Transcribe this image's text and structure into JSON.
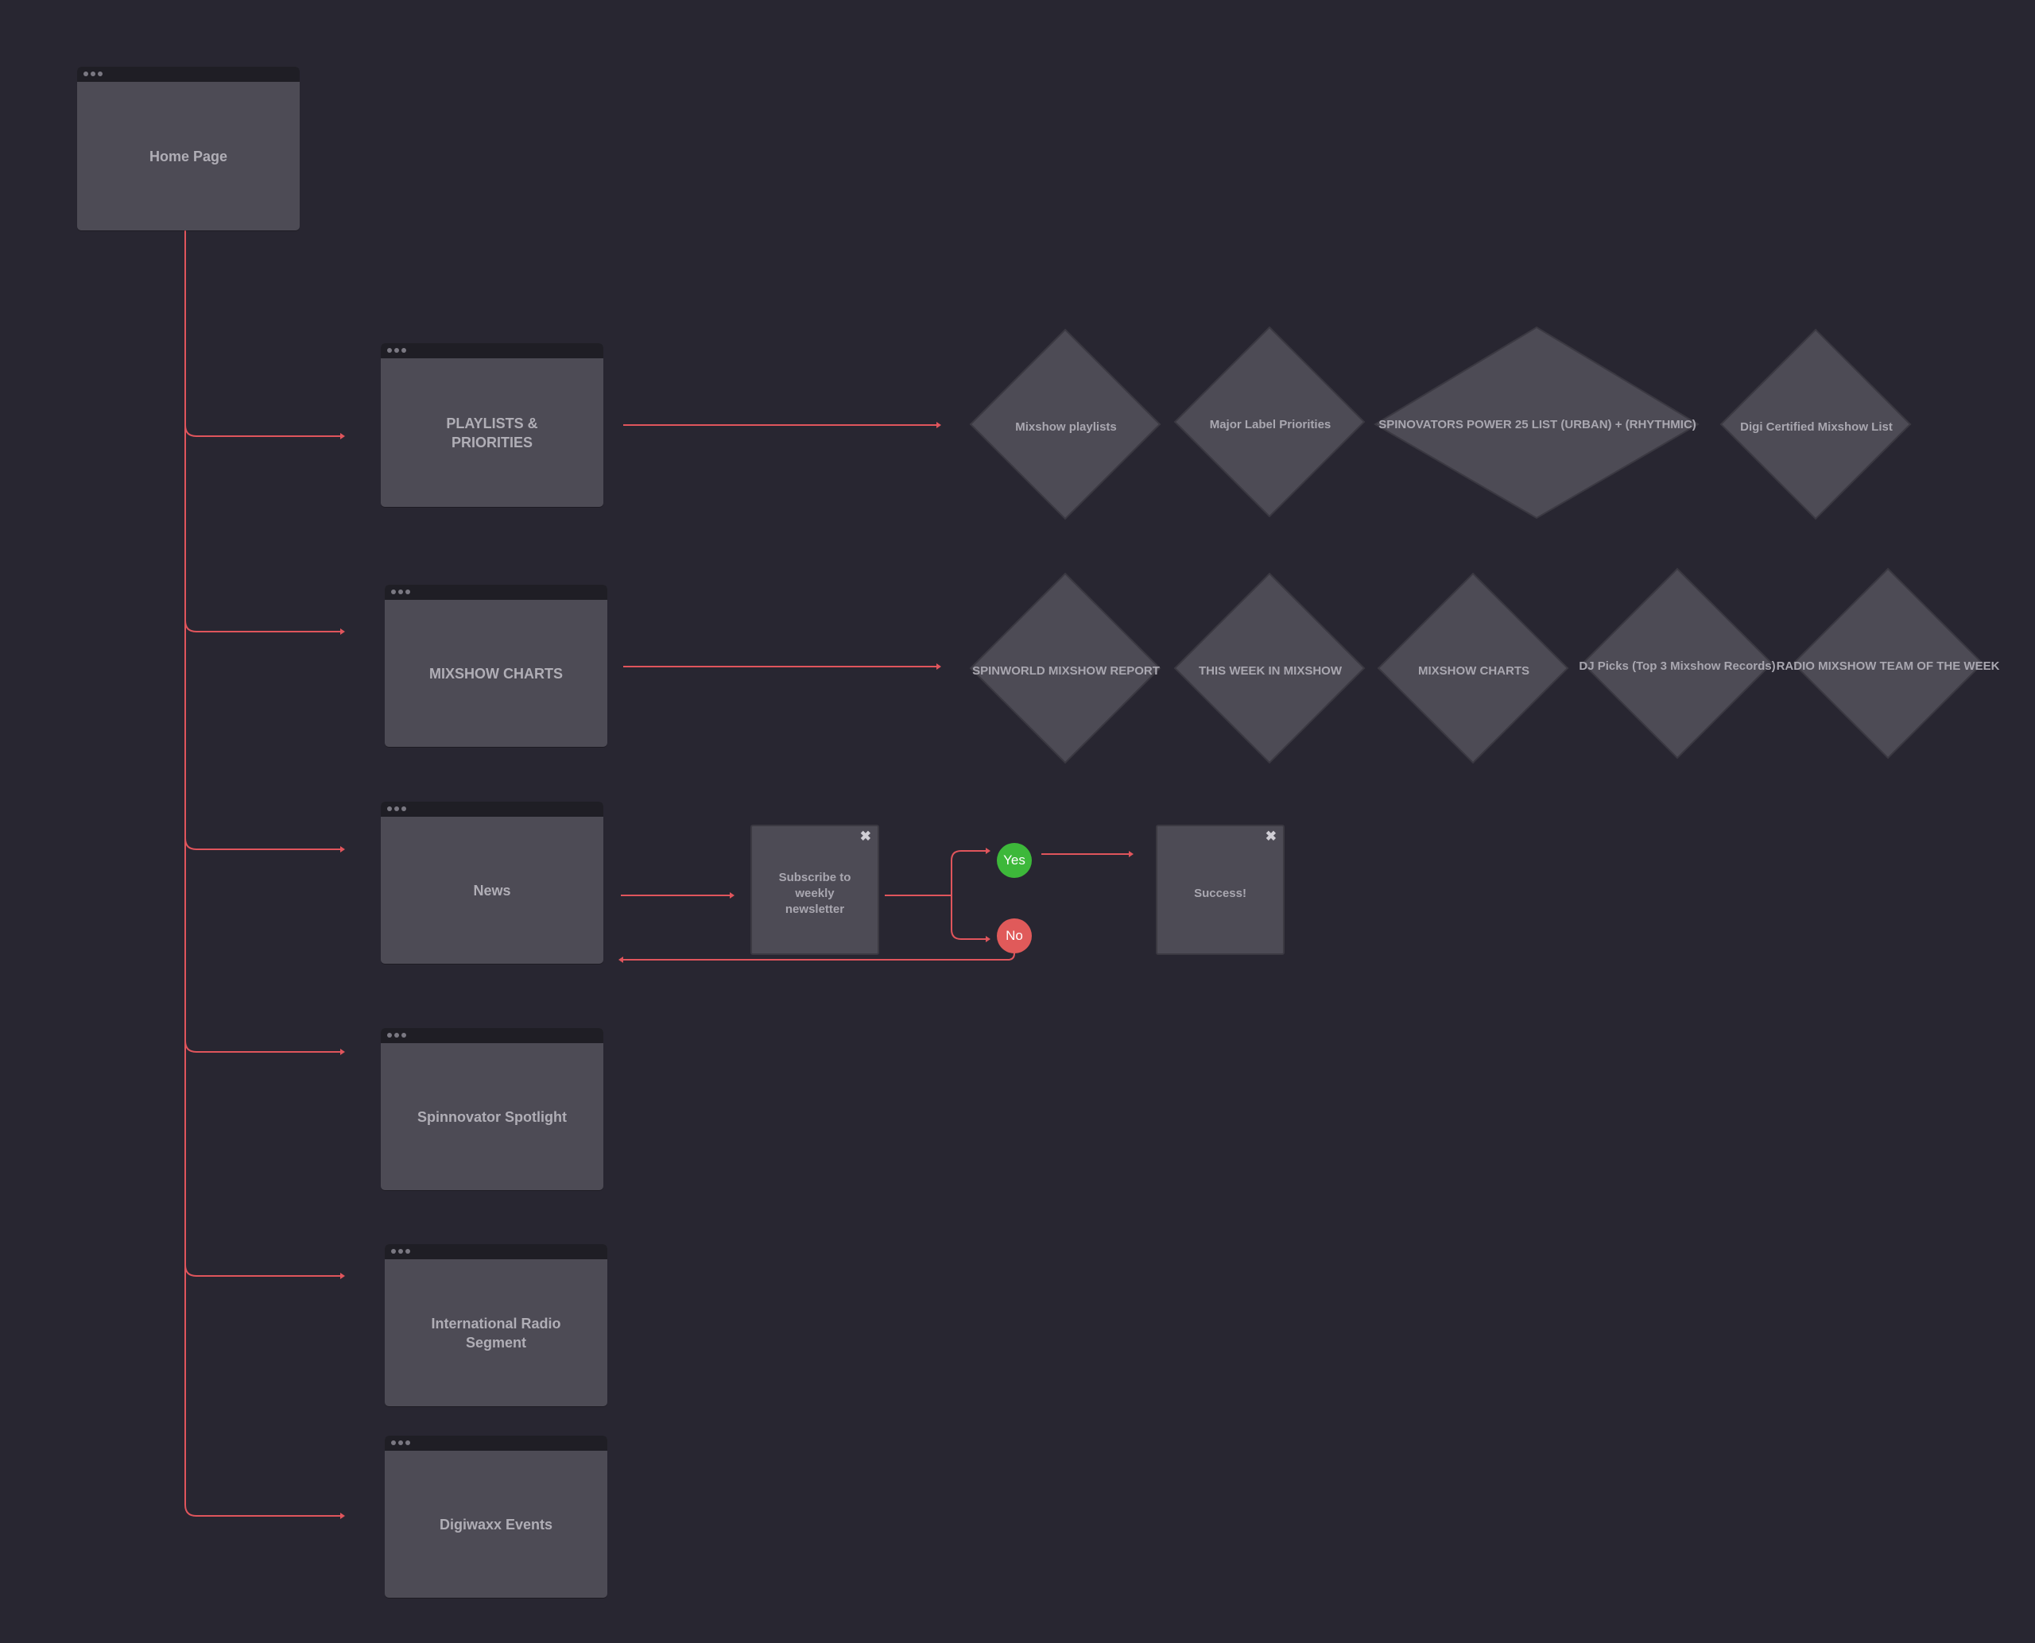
{
  "colors": {
    "background": "#282631",
    "connector": "#e0555c",
    "yes": "#3db83a",
    "no": "#e05a5a",
    "node": "#4d4b55"
  },
  "home": {
    "label": "Home Page"
  },
  "sections": {
    "playlists": "PLAYLISTS & PRIORITIES",
    "charts": "MIXSHOW CHARTS",
    "news": "News",
    "spotlight": "Spinnovator Spotlight",
    "international": "International Radio Segment",
    "events": "Digiwaxx Events"
  },
  "playlist_items": [
    "Mixshow playlists",
    "Major Label Priorities",
    "SPINOVATORS POWER 25 LIST (URBAN) + (RHYTHMIC)",
    "Digi Certified Mixshow List"
  ],
  "chart_items": [
    "SPINWORLD MIXSHOW REPORT",
    "THIS WEEK IN MIXSHOW",
    "MIXSHOW CHARTS",
    "DJ Picks (Top 3 Mixshow Records)",
    "RADIO MIXSHOW TEAM OF THE WEEK"
  ],
  "newsletter": {
    "modal_label": "Subscribe to weekly newsletter",
    "close_icon": "✖",
    "yes_label": "Yes",
    "no_label": "No",
    "success_label": "Success!"
  }
}
